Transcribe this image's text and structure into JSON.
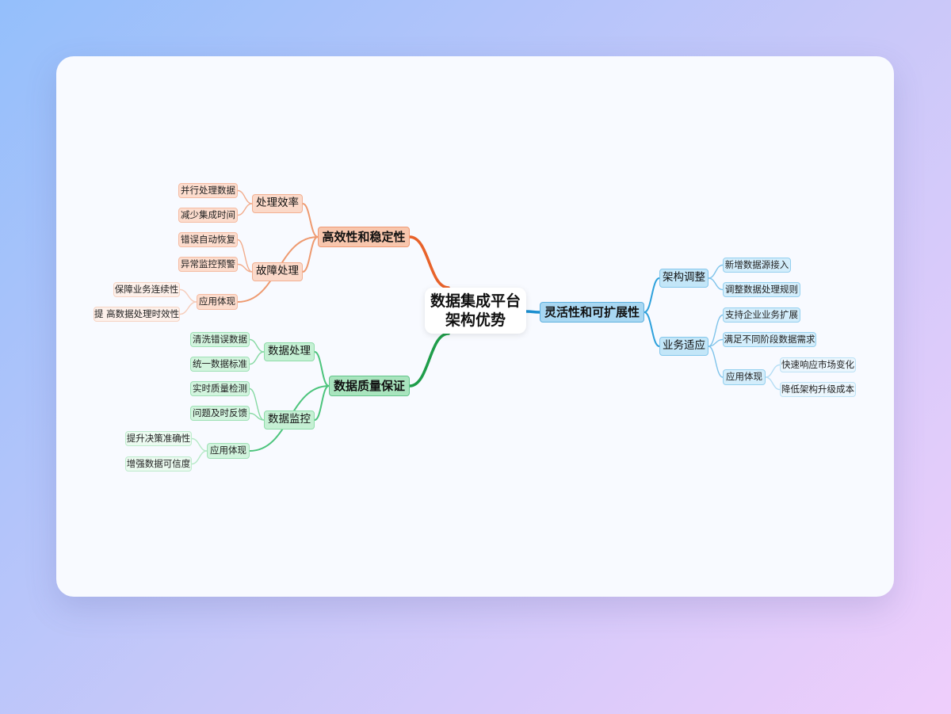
{
  "colors": {
    "orange": "#e8622a",
    "green": "#1f9d4a",
    "blue": "#1b8fd0"
  },
  "mindmap": {
    "root": {
      "line1": "数据集成平台",
      "line2": "架构优势"
    },
    "efficiency": {
      "label": "高效性和稳定性",
      "processing": {
        "label": "处理效率",
        "items": [
          "并行处理数据",
          "减少集成时间"
        ]
      },
      "fault": {
        "label": "故障处理",
        "items": [
          "错误自动恢复",
          "异常监控预警"
        ]
      },
      "application": {
        "label": "应用体现",
        "items": [
          "保障业务连续性",
          "提 高数据处理时效性"
        ]
      }
    },
    "quality": {
      "label": "数据质量保证",
      "processing": {
        "label": "数据处理",
        "items": [
          "清洗错误数据",
          "统一数据标准"
        ]
      },
      "monitoring": {
        "label": "数据监控",
        "items": [
          "实时质量检测",
          "问题及时反馈"
        ]
      },
      "application": {
        "label": "应用体现",
        "items": [
          "提升决策准确性",
          "增强数据可信度"
        ]
      }
    },
    "flexibility": {
      "label": "灵活性和可扩展性",
      "architecture": {
        "label": "架构调整",
        "items": [
          "新增数据源接入",
          "调整数据处理规则"
        ]
      },
      "business": {
        "label": "业务适应",
        "items": [
          "支持企业业务扩展",
          "满足不同阶段数据需求"
        ]
      },
      "application": {
        "label": "应用体现",
        "items": [
          "快速响应市场变化",
          "降低架构升级成本"
        ]
      }
    }
  }
}
